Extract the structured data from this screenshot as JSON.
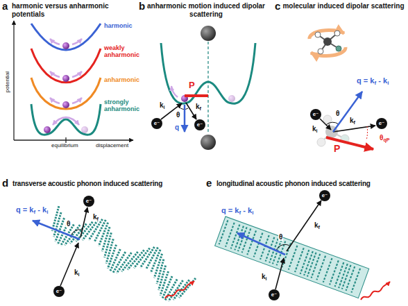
{
  "diagram": {
    "labels": [
      "a",
      "harmonic versus anharmonic potentials",
      "potential",
      "displacement",
      "equilibrium",
      "harmonic",
      "weakly anharmonic",
      "anharmonic",
      "strongly anharmonic",
      "b",
      "anharmonic motion induced dipolar scattering",
      "P",
      "k",
      "i",
      "k",
      "f",
      "θ",
      "q",
      "e⁻",
      "e⁻",
      "c",
      "molecular induced dipolar scattering",
      "q = k",
      "f",
      "- k",
      "i",
      "θ",
      "k",
      "i",
      "k",
      "f",
      "P",
      "θ",
      "qP",
      "e⁻",
      "e⁻",
      "d",
      "transverse acoustic phonon induced scattering",
      "q = k",
      "f",
      "- k",
      "i",
      "θ",
      "k",
      "f",
      "k",
      "i",
      "e⁻",
      "e⁻",
      "e",
      "longitudinal acoustic phonon induced scattering",
      "q = k",
      "f",
      "- k",
      "i",
      "θ",
      "k",
      "f",
      "k",
      "i",
      "e⁻",
      "e⁻"
    ]
  }
}
